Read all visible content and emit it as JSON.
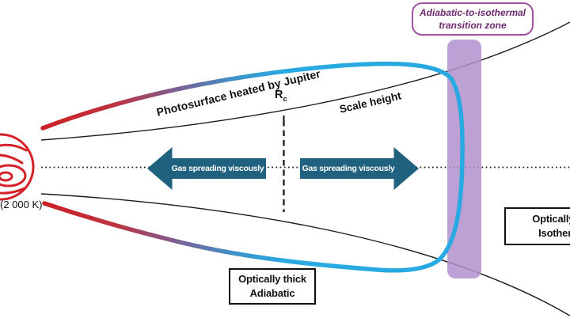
{
  "figure": {
    "photosurface_label": "Photosurface heated by Jupiter",
    "scale_height_label": "Scale height",
    "rc_label": "R",
    "rc_label_sub": "c",
    "jupiter_temp_label": "(2 000 K)",
    "arrows": {
      "left_label": "Gas spreading viscously",
      "right_label": "Gas spreading viscously"
    },
    "transition_zone_box": {
      "line1": "Adiabatic-to-isothermal",
      "line2": "transition zone"
    },
    "optically_thick_box": {
      "line1": "Optically thick",
      "line2": "Adiabatic"
    },
    "optically_thin_box": {
      "line1": "Optically thin",
      "line2": "Isothermal"
    },
    "colors": {
      "red": "#d42128",
      "blue": "#29a9e1",
      "arrow_teal": "#20617f",
      "band_purple": "#b390cd",
      "box_border_purple": "#a252a4",
      "box_text_purple": "#6d2a70",
      "line_black": "#1a1a1a"
    }
  }
}
